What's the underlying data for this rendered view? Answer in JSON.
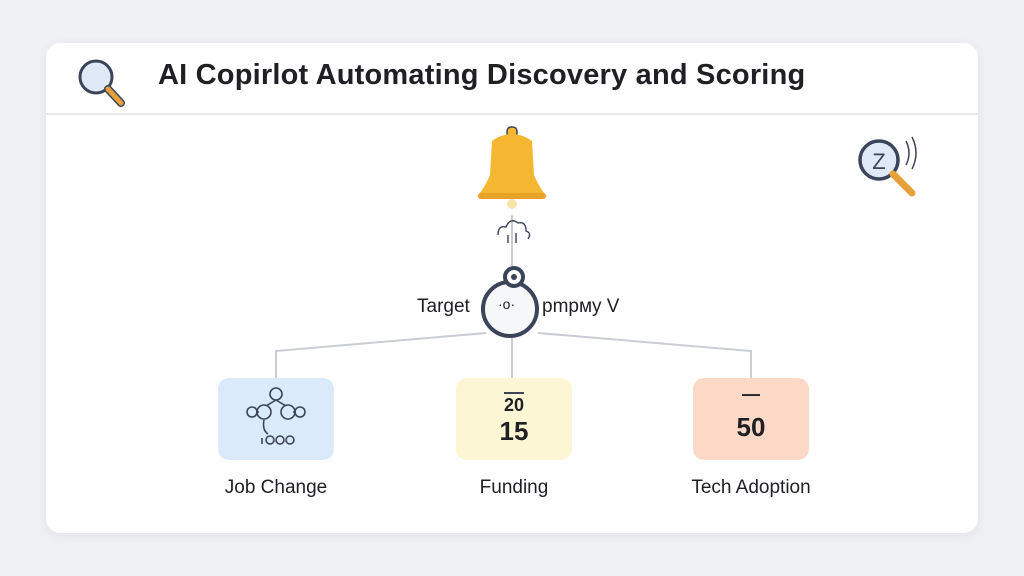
{
  "header": {
    "title": "AI Copirlot Automating Discovery and Scoring",
    "icon": "magnifier-icon"
  },
  "center": {
    "label_left": "Target",
    "label_mid": "·o·",
    "label_right": "pmpмy V"
  },
  "nodes": [
    {
      "label": "Job Change",
      "icon": "people-network-icon",
      "color": "#dbeafb"
    },
    {
      "label": "Funding",
      "value_top": "20",
      "value": "15",
      "color": "#fdf6d4"
    },
    {
      "label": "Tech Adoption",
      "value_top": "—",
      "value": "50",
      "color": "#fbd9c6"
    }
  ],
  "colors": {
    "bell": "#f5b731",
    "magnifier_lens": "#dfe8f7",
    "magnifier_handle": "#e8a13a",
    "outline": "#3b4458",
    "connector": "#c9ccd2"
  }
}
